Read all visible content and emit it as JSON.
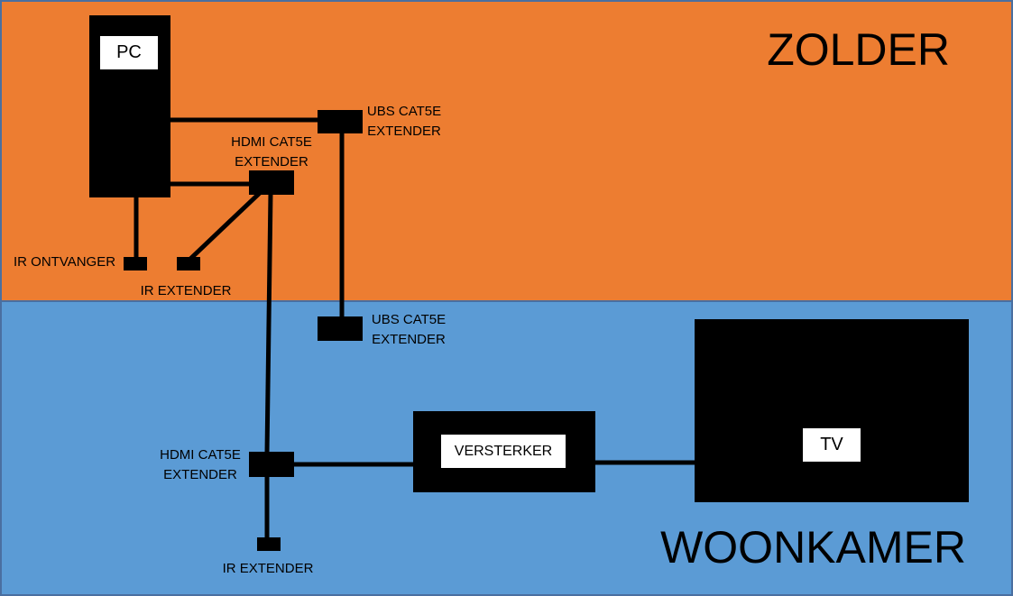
{
  "zones": {
    "zolder": {
      "title": "ZOLDER",
      "color": "#ed7d31"
    },
    "woonkamer": {
      "title": "WOONKAMER",
      "color": "#5b9bd5"
    }
  },
  "devices": {
    "pc": "PC",
    "versterker": "VERSTERKER",
    "tv": "TV"
  },
  "labels": {
    "ubs_top_line1": "UBS CAT5E",
    "ubs_top_line2": "EXTENDER",
    "hdmi_top_line1": "HDMI CAT5E",
    "hdmi_top_line2": "EXTENDER",
    "ir_ontvanger": "IR ONTVANGER",
    "ir_extender_top": "IR EXTENDER",
    "ubs_bottom_line1": "UBS CAT5E",
    "ubs_bottom_line2": "EXTENDER",
    "hdmi_bottom_line1": "HDMI CAT5E",
    "hdmi_bottom_line2": "EXTENDER",
    "ir_extender_bottom": "IR EXTENDER"
  }
}
